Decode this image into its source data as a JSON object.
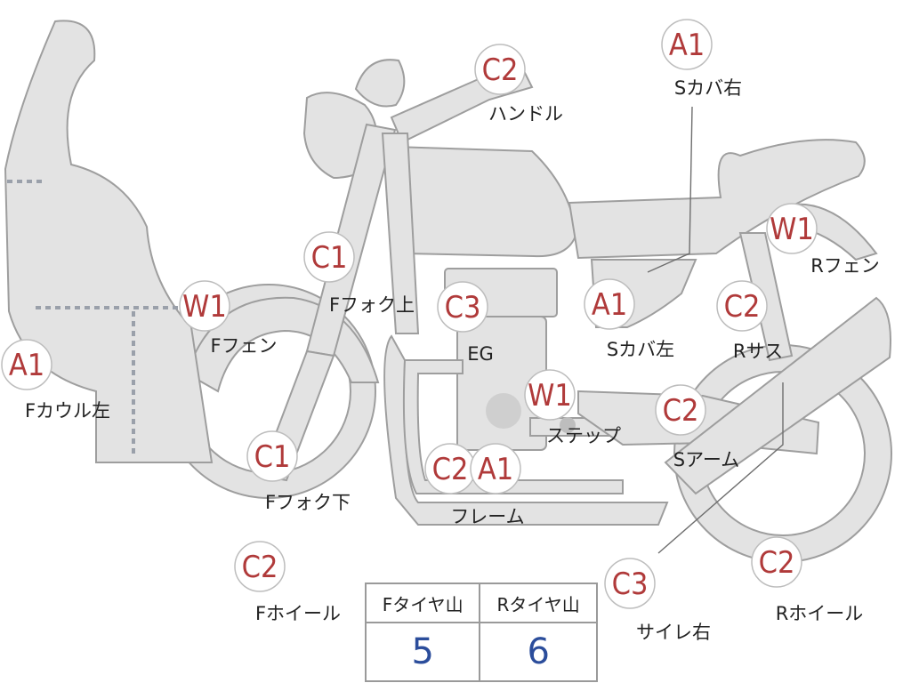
{
  "markers": [
    {
      "id": "A1-s-cover-right",
      "code": "A1",
      "label": "Sカバ右"
    },
    {
      "id": "C2-handle",
      "code": "C2",
      "label": "ハンドル"
    },
    {
      "id": "W1-r-fender",
      "code": "W1",
      "label": "Rフェン"
    },
    {
      "id": "C1-f-fork-upper",
      "code": "C1",
      "label": "Fフォク上"
    },
    {
      "id": "W1-f-fender",
      "code": "W1",
      "label": "Fフェン"
    },
    {
      "id": "A1-f-cowl-left",
      "code": "A1",
      "label": "Fカウル左"
    },
    {
      "id": "C3-engine",
      "code": "C3",
      "label": "EG"
    },
    {
      "id": "A1-s-cover-left",
      "code": "A1",
      "label": "Sカバ左"
    },
    {
      "id": "C2-r-suspension",
      "code": "C2",
      "label": "Rサス"
    },
    {
      "id": "W1-step",
      "code": "W1",
      "label": "ステップ"
    },
    {
      "id": "C2-s-arm",
      "code": "C2",
      "label": "Sアーム"
    },
    {
      "id": "C1-f-fork-lower",
      "code": "C1",
      "label": "Fフォク下"
    },
    {
      "id": "C2-A1-frame",
      "code": "C2",
      "code2": "A1",
      "label": "フレーム"
    },
    {
      "id": "C2-f-wheel",
      "code": "C2",
      "label": "Fホイール"
    },
    {
      "id": "C3-silencer-right",
      "code": "C3",
      "label": "サイレ右"
    },
    {
      "id": "C2-r-wheel",
      "code": "C2",
      "label": "Rホイール"
    }
  ],
  "tires": {
    "headers": [
      "Fタイヤ山",
      "Rタイヤ山"
    ],
    "values": [
      "5",
      "6"
    ]
  }
}
